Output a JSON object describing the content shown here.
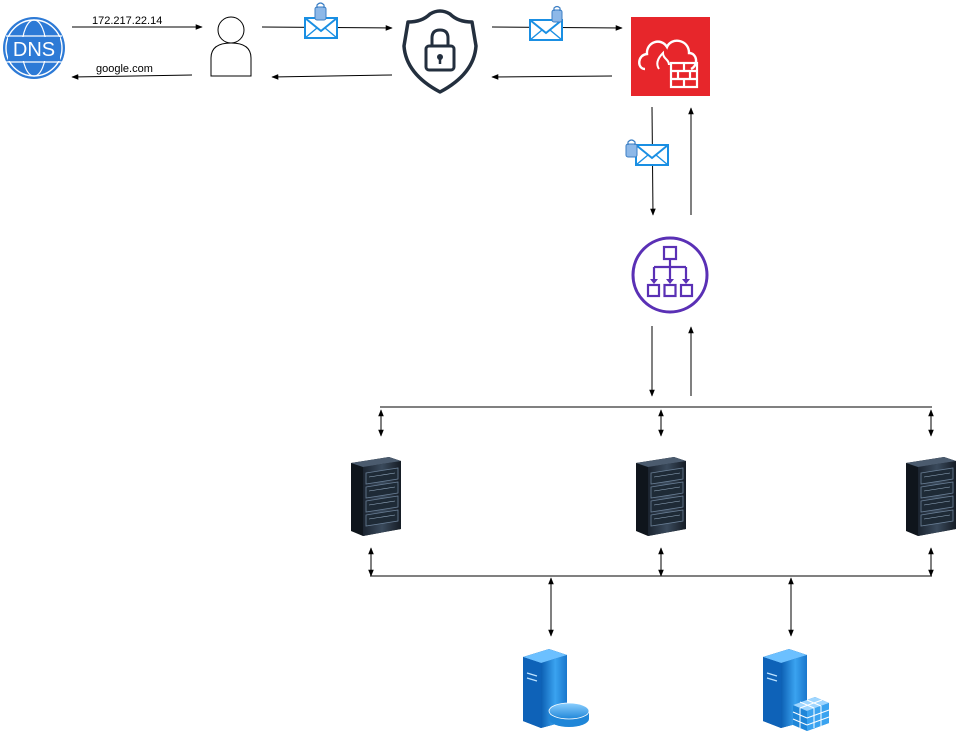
{
  "edge_labels": {
    "ip_address": "172.217.22.14",
    "domain_name": "google.com"
  },
  "icons": {
    "dns": {
      "text": "DNS",
      "name": "dns-globe-icon",
      "color": "#2d7ad6"
    },
    "user": {
      "name": "user-icon"
    },
    "vpn": {
      "name": "security-lock-shield-icon",
      "color": "#232f3e"
    },
    "firewall": {
      "name": "firewall-icon",
      "color": "#e7262b"
    },
    "load_balancer": {
      "name": "load-balancer-icon",
      "color": "#5a30b5"
    },
    "servers": [
      "server-rack-icon",
      "server-rack-icon",
      "server-rack-icon"
    ],
    "databases": [
      "database-server-icon",
      "table-storage-server-icon"
    ],
    "envelopes": [
      "encrypted-mail-icon",
      "encrypted-mail-icon",
      "encrypted-mail-icon"
    ]
  },
  "colors": {
    "line": "#000000",
    "mail_blue": "#1a8fe3",
    "lock_blue": "#8db8e8"
  }
}
